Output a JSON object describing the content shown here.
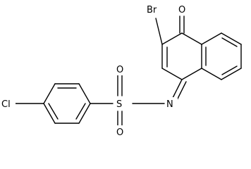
{
  "molecule": {
    "atoms": {
      "br": "Br",
      "o_ketone": "O",
      "o_sulfonyl_top": "O",
      "o_sulfonyl_bottom": "O",
      "s": "S",
      "n": "N",
      "cl": "Cl"
    }
  },
  "colors": {
    "bond": "#000000",
    "label": "#000000",
    "background": "#ffffff"
  }
}
